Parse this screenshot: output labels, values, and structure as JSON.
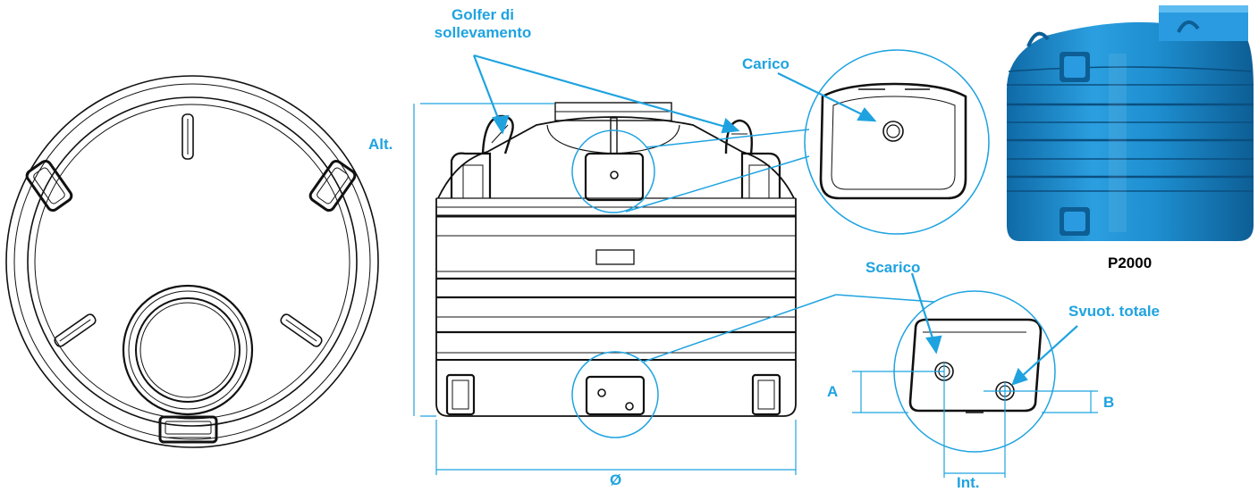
{
  "labels": {
    "golfer_line1": "Golfer di",
    "golfer_line2": "sollevamento",
    "carico": "Carico",
    "alt": "Alt.",
    "scarico": "Scarico",
    "svuot_totale": "Svuot. totale",
    "dim_a": "A",
    "dim_b": "B",
    "dim_int": "Int.",
    "diameter": "Ø",
    "model": "P2000"
  },
  "colors": {
    "annotation": "#1fa3e0",
    "line_art": "#111111",
    "tank_blue": "#1e8fd0",
    "tank_blue_dark": "#0f6aa6",
    "model_text": "#000000"
  }
}
